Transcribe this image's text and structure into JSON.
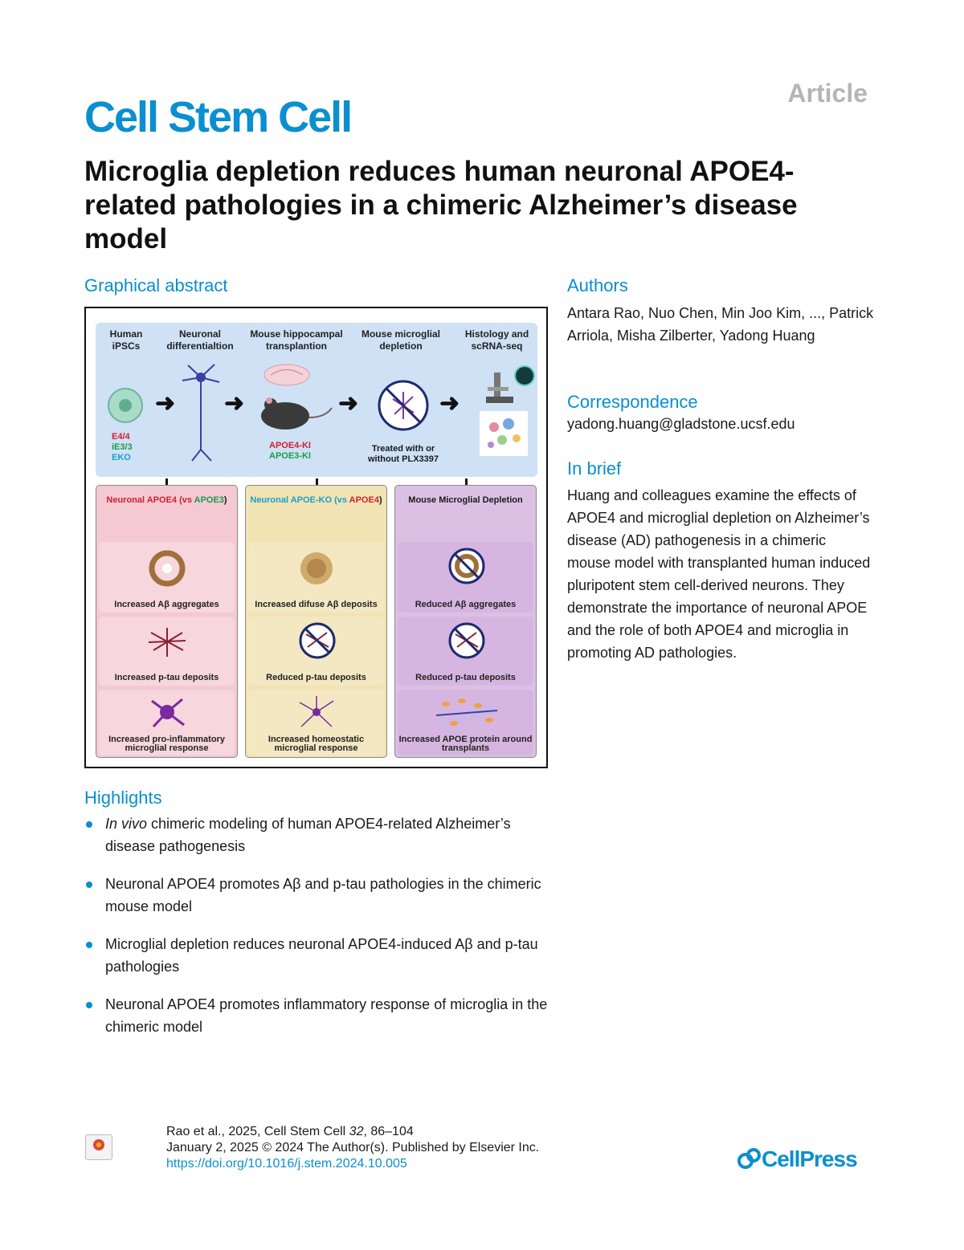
{
  "article_tag": "Article",
  "journal": "Cell Stem Cell",
  "title": "Microglia depletion reduces human neuronal APOE4-related pathologies in a chimeric Alzheimer’s disease model",
  "graphical_abstract": {
    "label": "Graphical abstract",
    "steps": [
      "Human iPSCs",
      "Neuronal differentialtion",
      "Mouse hippocampal transplantion",
      "Mouse microglial depletion",
      "Histology and scRNA-seq"
    ],
    "genotypes": [
      "E4/4",
      "iE3/3",
      "EKO"
    ],
    "mouse_lines": [
      "APOE4-KI",
      "APOE3-KI"
    ],
    "treatment": "Treated with or without PLX3397",
    "col1": {
      "header_a": "Neuronal APOE4 (vs ",
      "header_b": "APOE3",
      "header_c": ")",
      "items": [
        "Increased Aβ aggregates",
        "Increased p-tau deposits",
        "Increased pro-inflammatory microglial response"
      ]
    },
    "col2": {
      "header_a": "Neuronal APOE-KO (vs ",
      "header_b": "APOE4",
      "header_c": ")",
      "items": [
        "Increased difuse Aβ deposits",
        "Reduced p-tau deposits",
        "Increased homeostatic microglial response"
      ]
    },
    "col3": {
      "header": "Mouse Microglial Depletion",
      "items": [
        "Reduced Aβ aggregates",
        "Reduced p-tau deposits",
        "Increased APOE protein around transplants"
      ]
    },
    "colors": {
      "top": "#cfe1f5",
      "pink": "#f4c9d3",
      "yellow": "#f1e3b4",
      "purple": "#dcc0e4",
      "red": "#d2202f",
      "green": "#1a9b4a",
      "cyan": "#1aa0c8"
    }
  },
  "authors": {
    "label": "Authors",
    "text": "Antara Rao, Nuo Chen, Min Joo Kim, ..., Patrick Arriola, Misha Zilberter, Yadong Huang"
  },
  "correspondence": {
    "label": "Correspondence",
    "email": "yadong.huang@gladstone.ucsf.edu"
  },
  "in_brief": {
    "label": "In brief",
    "text": "Huang and colleagues examine the effects of APOE4 and microglial depletion on Alzheimer’s disease (AD) pathogenesis in a chimeric mouse model with transplanted human induced pluripotent stem cell-derived neurons. They demonstrate the importance of neuronal APOE and the role of both APOE4 and microglia in promoting AD pathologies."
  },
  "highlights": {
    "label": "Highlights",
    "first_italic": "In vivo",
    "first_rest": " chimeric modeling of human APOE4-related Alzheimer’s disease pathogenesis",
    "items": [
      "Neuronal APOE4 promotes Aβ and p-tau pathologies in the chimeric mouse model",
      "Microglial depletion reduces neuronal APOE4-induced Aβ and p-tau pathologies",
      "Neuronal APOE4 promotes inflammatory response of microglia in the chimeric model"
    ]
  },
  "footer": {
    "citation_a": "Rao et al., 2025, Cell Stem Cell ",
    "volume": "32",
    "citation_b": ", 86–104",
    "line2": "January 2, 2025 © 2024 The Author(s). Published by Elsevier Inc.",
    "doi": "https://doi.org/10.1016/j.stem.2024.10.005"
  },
  "publisher": "CellPress"
}
